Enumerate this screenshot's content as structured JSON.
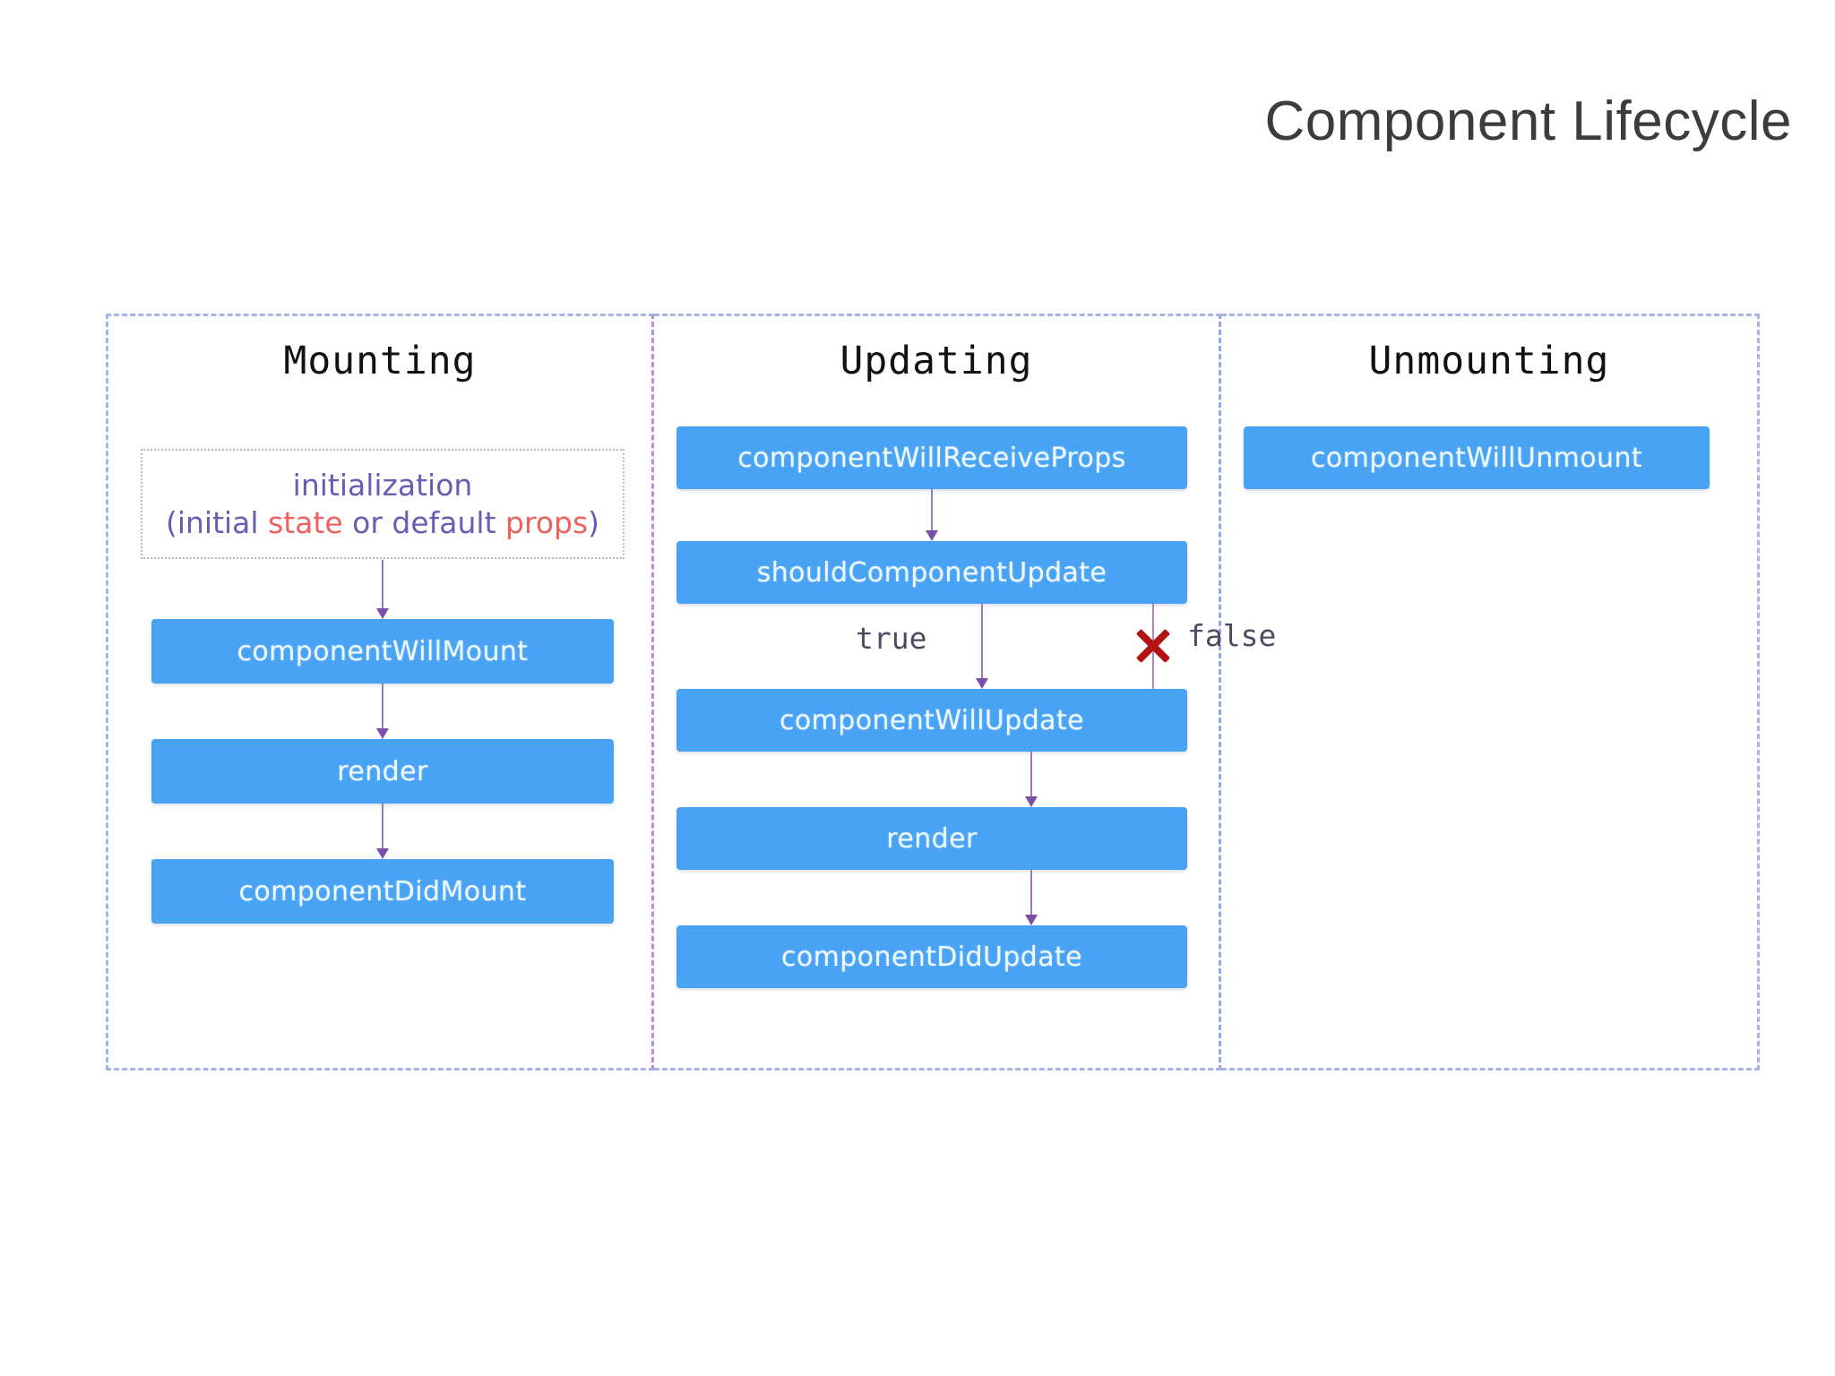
{
  "title": "Component Lifecycle",
  "colors": {
    "box_blue": "#49a3f5",
    "box_text": "#f0fbff",
    "arrow_purple": "#9b7bb8",
    "dashed_blue": "#a8b4e8",
    "dashed_purple": "#b88fd6",
    "init_text_purple": "#6b5bb5",
    "keyword_red": "#f0605e",
    "x_mark_red": "#b31313",
    "title_gray": "#3c3c3c"
  },
  "panels": [
    {
      "id": "mounting",
      "heading": "Mounting",
      "init": {
        "line1": "initialization",
        "line2_prefix": "(initial ",
        "line2_kw1": "state",
        "line2_mid": " or default ",
        "line2_kw2": "props",
        "line2_suffix": ")"
      },
      "steps": [
        "componentWillMount",
        "render",
        "componentDidMount"
      ]
    },
    {
      "id": "updating",
      "heading": "Updating",
      "steps": [
        "componentWillReceiveProps",
        "shouldComponentUpdate",
        "componentWillUpdate",
        "render",
        "componentDidUpdate"
      ],
      "branches": {
        "true_label": "true",
        "false_label": "false"
      }
    },
    {
      "id": "unmounting",
      "heading": "Unmounting",
      "steps": [
        "componentWillUnmount"
      ]
    }
  ]
}
